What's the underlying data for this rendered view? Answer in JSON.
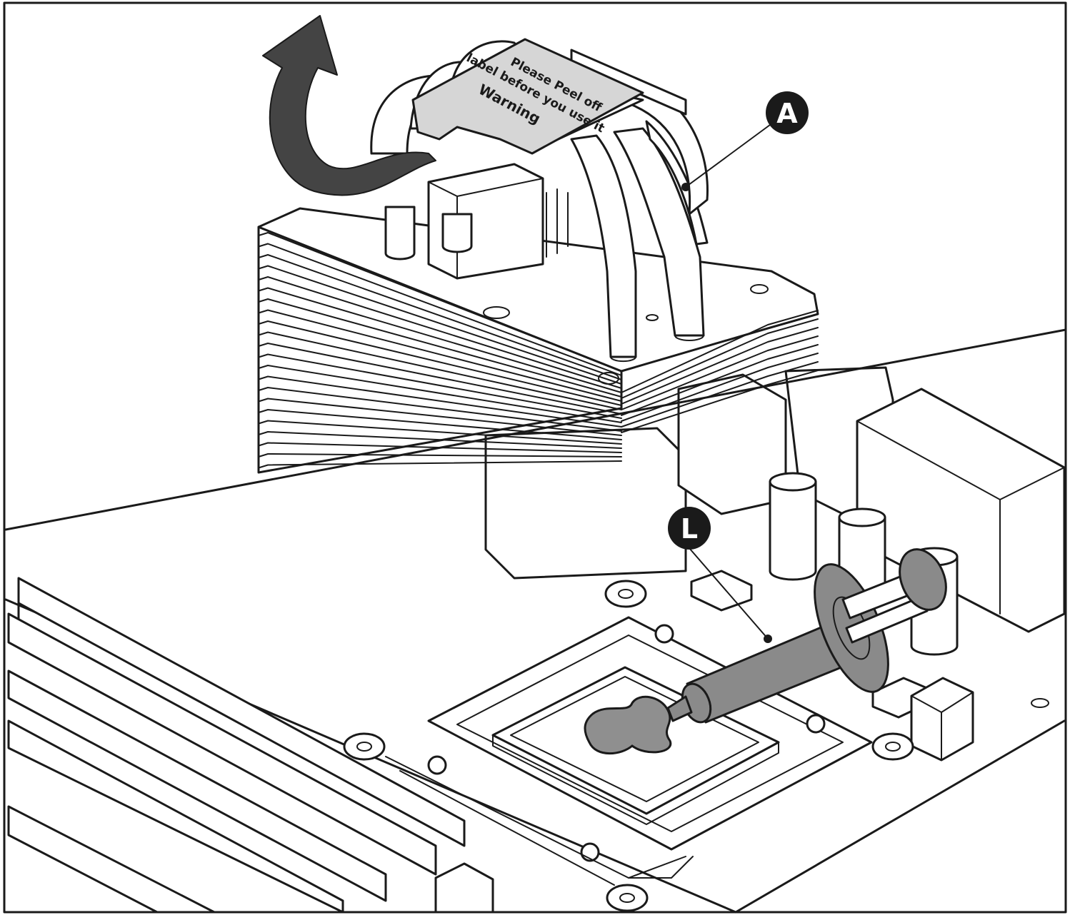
{
  "heatsink_label": {
    "line1": "Please Peel off",
    "line2": "label before you use it",
    "line3": "Warning"
  },
  "callouts": {
    "a": "A",
    "l": "L"
  },
  "colors": {
    "ink": "#1a1a1a",
    "label_fill": "#d6d6d6",
    "syringe_fill": "#8a8a8a",
    "paste_fill": "#8f8f8f",
    "arrow_fill": "#444444"
  }
}
